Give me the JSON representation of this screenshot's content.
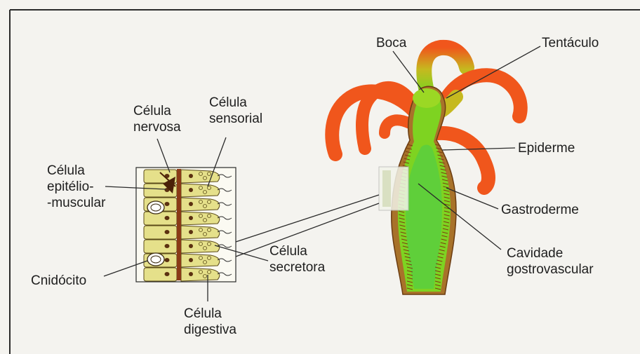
{
  "labels": {
    "boca": "Boca",
    "tentaculo": "Tentáculo",
    "epiderme": "Epiderme",
    "gastroderme": "Gastroderme",
    "cavidade_line1": "Cavidade",
    "cavidade_line2": "gostrovascular",
    "celula_nervosa_line1": "Célula",
    "celula_nervosa_line2": "nervosa",
    "celula_sensorial_line1": "Célula",
    "celula_sensorial_line2": "sensorial",
    "celula_epitelio_line1": "Célula",
    "celula_epitelio_line2": "epitélio-",
    "celula_epitelio_line3": "-muscular",
    "cnidocito": "Cnidócito",
    "celula_secretora_line1": "Célula",
    "celula_secretora_line2": "secretora",
    "celula_digestiva_line1": "Célula",
    "celula_digestiva_line2": "digestiva"
  },
  "colors": {
    "background": "#f4f3ef",
    "body_green": "#7ed321",
    "tentacle_orange": "#f0561c",
    "tentacle_tip": "#e8901e",
    "cell_yellow": "#e5e08a",
    "mesoglea": "#8a3a16",
    "nucleus": "#5b3010",
    "line": "#2a2a2a"
  }
}
